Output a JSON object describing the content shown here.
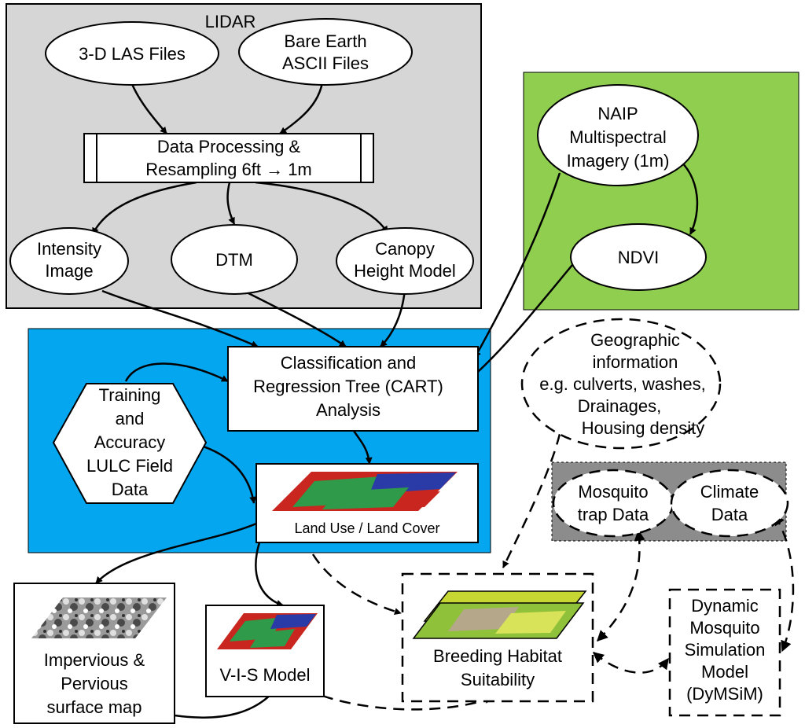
{
  "colors": {
    "lidar_panel": "#d6d6d6",
    "naip_panel": "#8fce4f",
    "cart_panel": "#04a6ef",
    "climate_panel": "#8c8c8c",
    "veg_red": "#c8261e",
    "veg_green": "#2f9a4a",
    "veg_blue": "#2a3ba8",
    "habitat_yellow": "#c6d633",
    "habitat_green": "#8fc23a"
  },
  "panels": {
    "lidar_title": "LIDAR"
  },
  "nodes": {
    "las_files": [
      "3-D LAS Files"
    ],
    "bare_earth": [
      "Bare Earth",
      "ASCII Files"
    ],
    "data_processing": [
      "Data Processing &",
      "Resampling 6ft → 1m"
    ],
    "intensity": [
      "Intensity",
      "Image"
    ],
    "dtm": [
      "DTM"
    ],
    "canopy": [
      "Canopy",
      "Height Model"
    ],
    "naip": [
      "NAIP",
      "Multispectral",
      "Imagery (1m)"
    ],
    "ndvi": [
      "NDVI"
    ],
    "geo_info": [
      "Geographic",
      "information",
      "e.g. culverts, washes,",
      "Drainages,",
      "Housing density"
    ],
    "cart": [
      "Classification and",
      "Regression Tree (CART)",
      "Analysis"
    ],
    "training": [
      "Training",
      "and",
      "Accuracy",
      "LULC Field",
      "Data"
    ],
    "lulc": [
      "Land Use / Land Cover"
    ],
    "mosquito_trap": [
      "Mosquito",
      "trap Data"
    ],
    "climate": [
      "Climate",
      "Data"
    ],
    "impervious": [
      "Impervious &",
      "Pervious",
      "surface map"
    ],
    "vis": [
      "V-I-S Model"
    ],
    "habitat": [
      "Breeding Habitat",
      "Suitability"
    ],
    "dymsim": [
      "Dynamic",
      "Mosquito",
      "Simulation",
      "Model",
      "(DyMSiM)"
    ]
  }
}
